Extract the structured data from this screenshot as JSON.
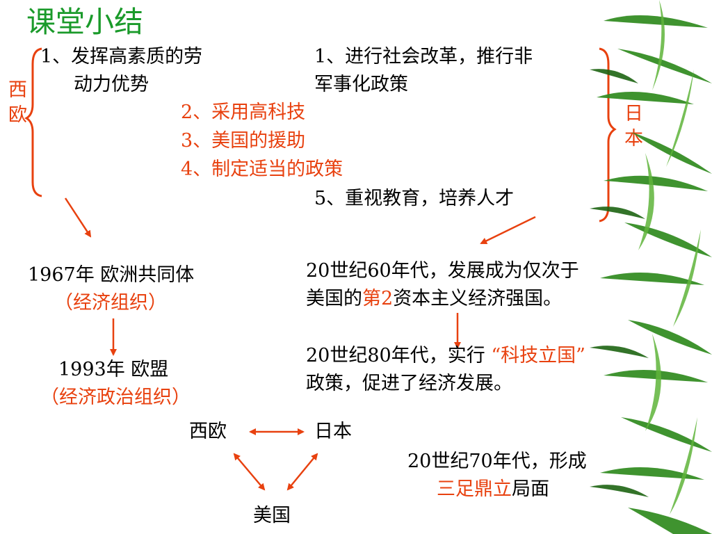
{
  "title": "课堂小结",
  "brackets": {
    "left_label": "西\n欧",
    "right_label": "日\n本"
  },
  "west_europe": {
    "item1_line1": "1、发挥高素质的劳",
    "item1_line2": "动力优势"
  },
  "japan": {
    "item1_line1": "1、进行社会改革，推行非",
    "item1_line2": "军事化政策",
    "item5": "5、重视教育，培养人才"
  },
  "common": {
    "item2": "2、采用高科技",
    "item3": "3、美国的援助",
    "item4": "4、制定适当的政策"
  },
  "eu_timeline": {
    "e1967": "1967年   欧洲共同体",
    "e1967_note": "（经济组织）",
    "e1993": "1993年   欧盟",
    "e1993_note": "（经济政治组织）"
  },
  "japan_timeline": {
    "s60_line1": "20世纪60年代，发展成为仅次于",
    "s60_line2_a": "美国的",
    "s60_line2_b": "第2",
    "s60_line2_c": "资本主义经济强国。",
    "s80_line1_a": "20世纪80年代，实行",
    "s80_line1_b": "“科技立国”",
    "s80_line2": "政策，促进了经济发展。"
  },
  "triangle": {
    "west_europe": "西欧",
    "japan": "日本",
    "usa": "美国"
  },
  "tripartite": {
    "line1": "20世纪70年代，形成",
    "line2_a": "三足鼎立",
    "line2_b": "局面"
  },
  "colors": {
    "accent_red": "#e8410f",
    "title_green": "#1a9a2a",
    "bamboo_green": "#2f8a1e"
  }
}
